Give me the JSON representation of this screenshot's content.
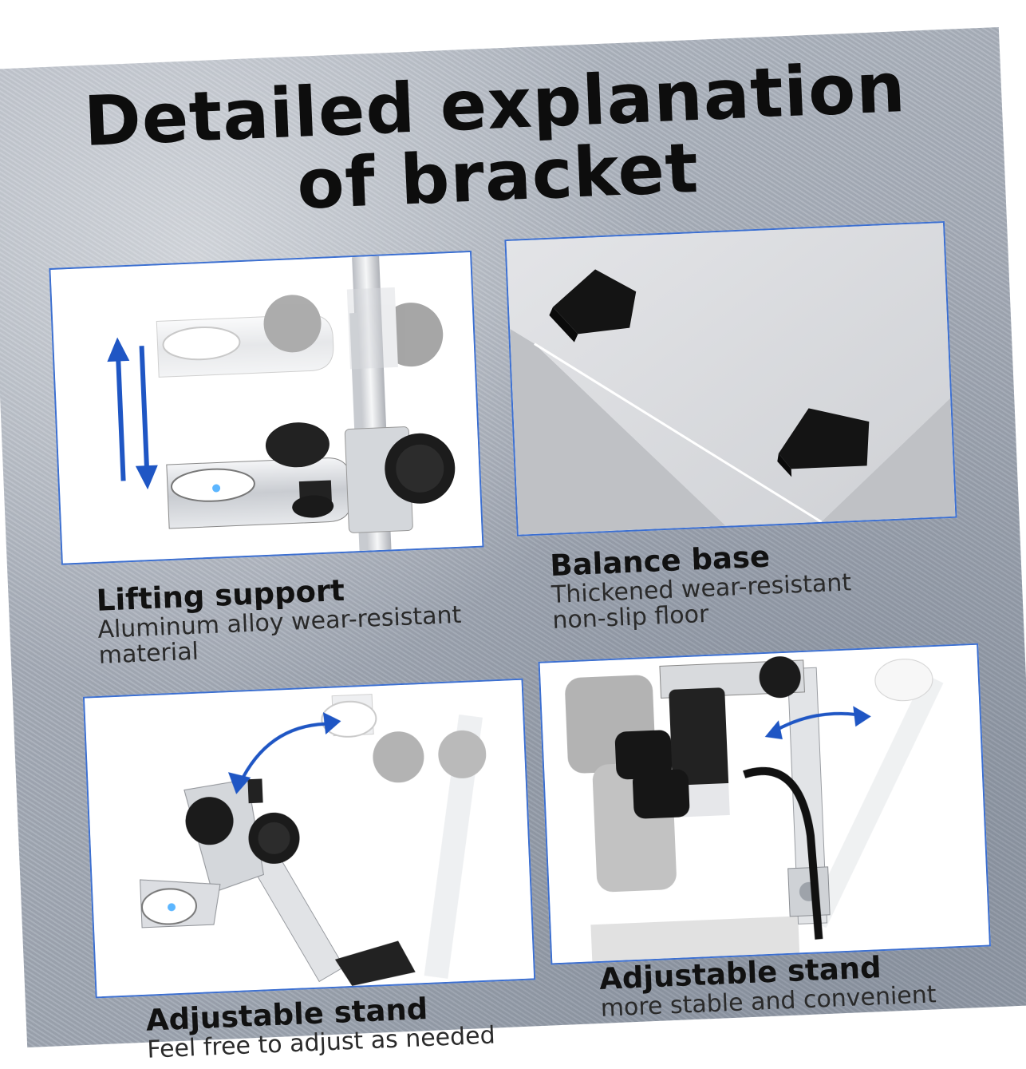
{
  "title": {
    "line1": "Detailed explanation",
    "line2": "of bracket"
  },
  "panels": {
    "lifting": {
      "heading": "Lifting support",
      "description": "Aluminum alloy wear-resistant material"
    },
    "balance": {
      "heading": "Balance base",
      "description": "Thickened wear-resistant non-slip floor"
    },
    "adjustable_left": {
      "heading": "Adjustable stand",
      "description": "Feel free to adjust as needed"
    },
    "adjustable_right": {
      "heading": "Adjustable stand",
      "description": "more stable and convenient"
    }
  },
  "colors": {
    "frame_border": "#3c6fd0",
    "arrow_blue": "#1f56c4",
    "background": "#a9b0bb"
  },
  "icons": [
    "vertical-double-arrow-icon",
    "curved-double-arrow-icon"
  ]
}
